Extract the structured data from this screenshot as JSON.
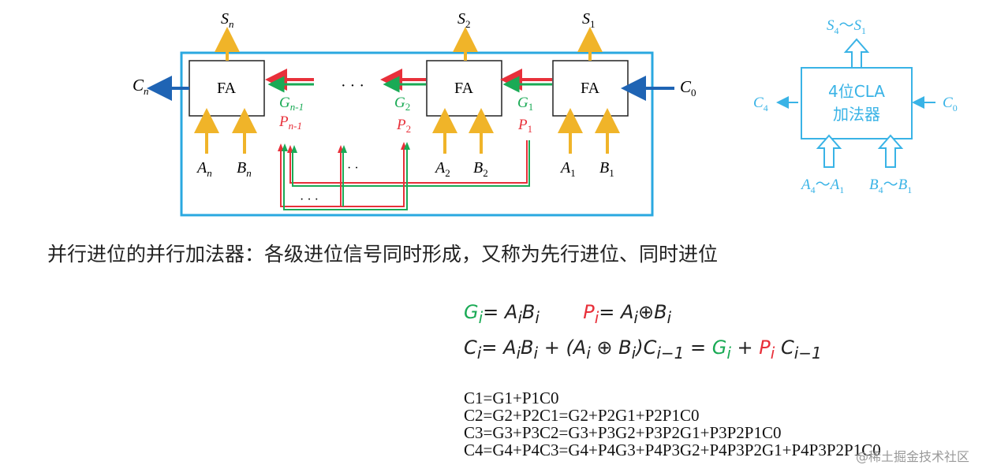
{
  "diagram": {
    "blocks": [
      {
        "id": "fa-n",
        "label": "FA"
      },
      {
        "id": "fa-2",
        "label": "FA"
      },
      {
        "id": "fa-1",
        "label": "FA"
      }
    ],
    "sum_labels": [
      {
        "base": "S",
        "sub": "n"
      },
      {
        "base": "S",
        "sub": "2"
      },
      {
        "base": "S",
        "sub": "1"
      }
    ],
    "input_labels": [
      {
        "base": "A",
        "sub": "n"
      },
      {
        "base": "B",
        "sub": "n"
      },
      {
        "base": "A",
        "sub": "2"
      },
      {
        "base": "B",
        "sub": "2"
      },
      {
        "base": "A",
        "sub": "1"
      },
      {
        "base": "B",
        "sub": "1"
      }
    ],
    "g_labels": [
      {
        "base": "G",
        "sub": "n-1"
      },
      {
        "base": "G",
        "sub": "2"
      },
      {
        "base": "G",
        "sub": "1"
      }
    ],
    "p_labels": [
      {
        "base": "P",
        "sub": "n-1"
      },
      {
        "base": "P",
        "sub": "2"
      },
      {
        "base": "P",
        "sub": "1"
      }
    ],
    "carry_out": {
      "base": "C",
      "sub": "n"
    },
    "carry_in": {
      "base": "C",
      "sub": "0"
    },
    "ellipsis_mid": "· · ·",
    "ellipsis_small": "· ·",
    "ellipsis_bottom": "· · ·"
  },
  "cla": {
    "title": "4位CLA",
    "subtitle": "加法器",
    "top_label": {
      "a": "S",
      "a_sub": "4",
      "sep": "～",
      "b": "S",
      "b_sub": "1"
    },
    "left_label": {
      "base": "C",
      "sub": "4"
    },
    "right_label": {
      "base": "C",
      "sub": "0"
    },
    "bottom_left": {
      "a": "A",
      "a_sub": "4",
      "sep": "～",
      "b": "A",
      "b_sub": "1"
    },
    "bottom_right": {
      "a": "B",
      "a_sub": "4",
      "sep": "～",
      "b": "B",
      "b_sub": "1"
    }
  },
  "caption": "并行进位的并行加法器：各级进位信号同时形成，又称为先行进位、同时进位",
  "formula1": {
    "g": "G",
    "g_sub": "i",
    "g_rhs": "= A",
    "g_rhs_sub1": "i",
    "g_rhs2": "B",
    "g_rhs_sub2": "i",
    "p": "P",
    "p_sub": "i",
    "p_rhs": "= A",
    "p_rhs_sub1": "i",
    "p_op": "⊕B",
    "p_rhs_sub2": "i"
  },
  "formula2": {
    "lhs": "C",
    "lhs_sub": "i",
    "rest": "= A",
    "s1": "i",
    "b": "B",
    "s2": "i",
    "mid": " + (A",
    "s3": "i",
    "xor": " ⊕ B",
    "s4": "i",
    "close": ")C",
    "s5": "i−1",
    "eq": " = ",
    "g": "G",
    "g_sub": "i",
    "plus": " + ",
    "p": "P",
    "p_sub": "i",
    "c": " C",
    "c_sub": "i−1"
  },
  "equations": [
    "C1=G1+P1C0",
    "C2=G2+P2C1=G2+P2G1+P2P1C0",
    "C3=G3+P3C2=G3+P3G2+P3P2G1+P3P2P1C0",
    "C4=G4+P4C3=G4+P4G3+P4P3G2+P4P3P2G1+P4P3P2P1C0"
  ],
  "watermark": "@稀土掘金技术社区",
  "colors": {
    "border": "#2aa8e0",
    "arrow_orange": "#f0b429",
    "arrow_blue": "#1f64b4",
    "red": "#e8303a",
    "green": "#1aaa55",
    "cla": "#39b3e6"
  }
}
